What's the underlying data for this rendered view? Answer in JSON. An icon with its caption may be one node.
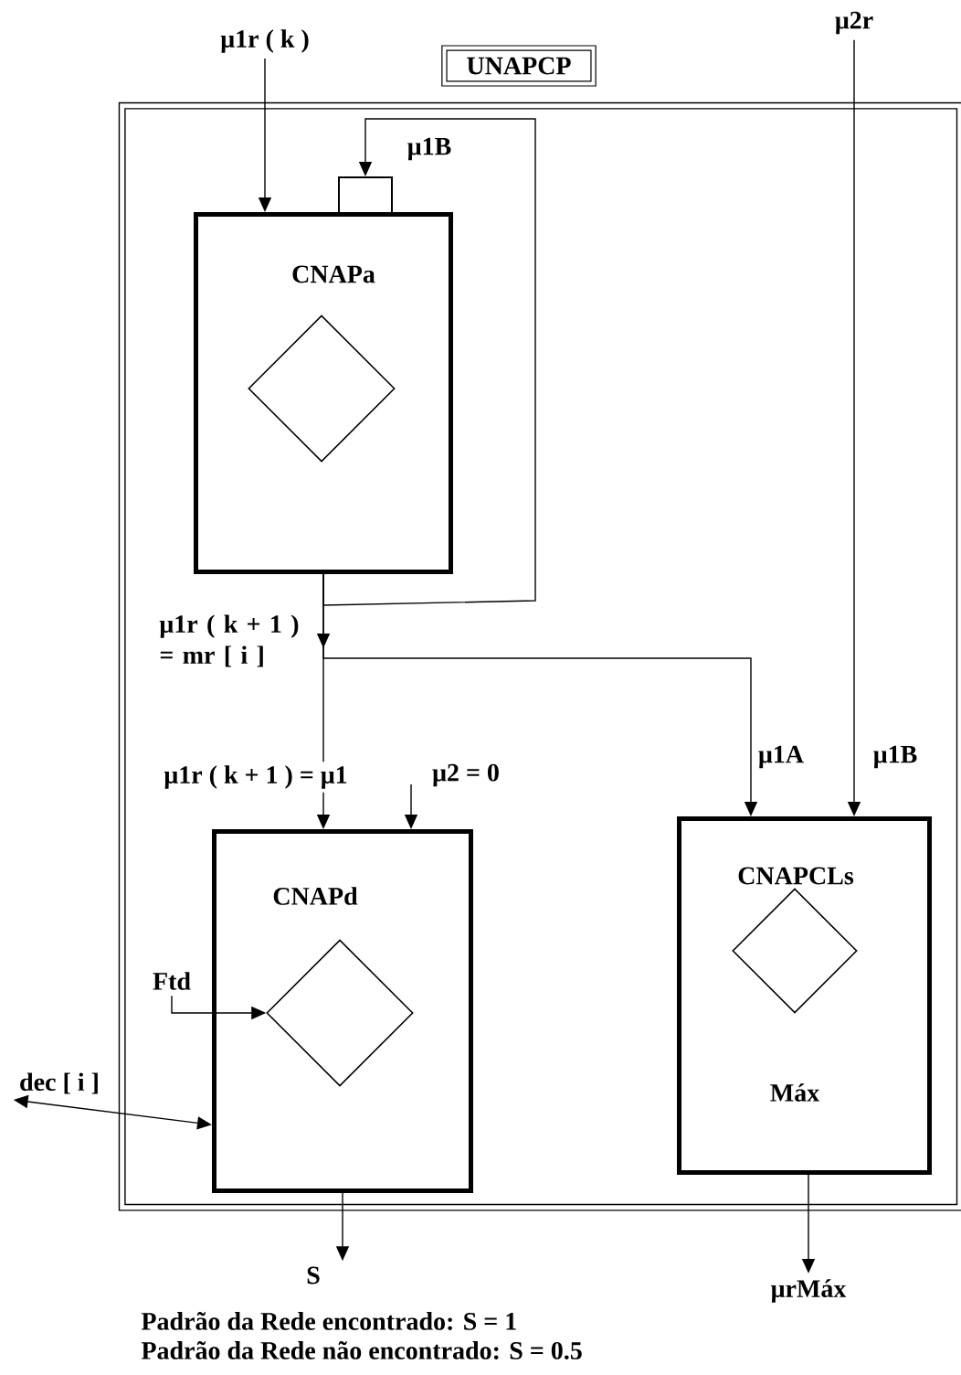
{
  "diagram": {
    "nodes": [
      {
        "text": [
          "UNAPCP"
        ]
      },
      {
        "text": [
          "CNAPa"
        ],
        "in": 0
      },
      {
        "text": [],
        "shape": "box",
        "in": 0
      },
      {
        "text": [],
        "shape": "diamond",
        "in": 1
      },
      {
        "text": [
          "CNAPd"
        ],
        "in": 0
      },
      {
        "text": [],
        "shape": "diamond",
        "in": 4
      },
      {
        "text": [
          "CNAPCLs",
          "Máx"
        ],
        "in": 0
      },
      {
        "text": [],
        "shape": "diamond",
        "in": 6
      },
      {
        "text": [
          "μ1r ( k )"
        ]
      },
      {
        "text": [
          "μ2r"
        ]
      },
      {
        "text": [
          "Ftd"
        ],
        "in": 0
      },
      {
        "text": [
          "dec [ i ]"
        ]
      },
      {
        "text": [
          "S"
        ]
      },
      {
        "text": [
          "μrMáx"
        ]
      }
    ],
    "edges": [
      {
        "from": 8,
        "to": 1,
        "arrow": "to"
      },
      {
        "from": 1,
        "to": 2,
        "arrow": "to",
        "label": "μ1B"
      },
      {
        "from": 1,
        "to": 4,
        "arrow": "to",
        "label": "μ1r ( k + 1 ) = μ1"
      },
      {
        "from": 1,
        "to": 6,
        "arrow": "to",
        "label": "μ1A"
      },
      {
        "from": null,
        "to": 4,
        "arrow": "to",
        "label": "μ2 = 0"
      },
      {
        "from": 9,
        "to": 6,
        "arrow": "to",
        "label": "μ1B"
      },
      {
        "from": 10,
        "to": 5,
        "arrow": "to"
      },
      {
        "from": 4,
        "to": 11,
        "arrow": "both"
      },
      {
        "from": 4,
        "to": 12,
        "arrow": "to"
      },
      {
        "from": 6,
        "to": 13,
        "arrow": "to"
      }
    ],
    "labels": [
      "μ1r ( k + 1 ) = mr [ i ]",
      "Padrão da Rede encontrado:  S = 1",
      "Padrão da Rede não encontrado: S = 0.5"
    ]
  }
}
